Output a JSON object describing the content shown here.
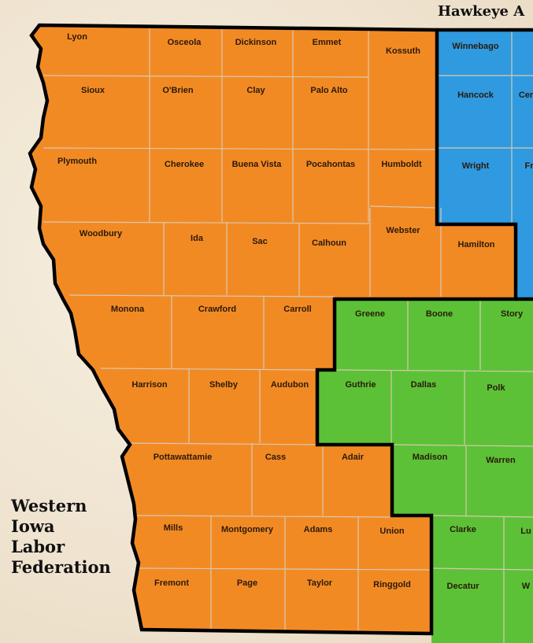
{
  "regions": {
    "hawkeye": {
      "title": "Hawkeye A",
      "color": "#2f9ae0"
    },
    "western": {
      "title_lines": [
        "Western",
        "Iowa",
        "Labor",
        "Federation"
      ],
      "color": "#f28a24"
    },
    "central": {
      "color": "#5cc137"
    }
  },
  "counties": {
    "orange": [
      "Lyon",
      "Osceola",
      "Dickinson",
      "Emmet",
      "Kossuth",
      "Sioux",
      "O'Brien",
      "Clay",
      "Palo Alto",
      "Plymouth",
      "Cherokee",
      "Buena Vista",
      "Pocahontas",
      "Humboldt",
      "Woodbury",
      "Ida",
      "Sac",
      "Calhoun",
      "Webster",
      "Hamilton",
      "Monona",
      "Crawford",
      "Carroll",
      "Harrison",
      "Shelby",
      "Audubon",
      "Pottawattamie",
      "Cass",
      "Adair",
      "Mills",
      "Montgomery",
      "Adams",
      "Union",
      "Fremont",
      "Page",
      "Taylor",
      "Ringgold"
    ],
    "blue": [
      "Winnebago",
      "Hancock",
      "Cer",
      "Wright",
      "Fr"
    ],
    "green": [
      "Greene",
      "Boone",
      "Story",
      "Guthrie",
      "Dallas",
      "Polk",
      "Madison",
      "Warren",
      "Clarke",
      "Lu",
      "Decatur",
      "W"
    ]
  }
}
